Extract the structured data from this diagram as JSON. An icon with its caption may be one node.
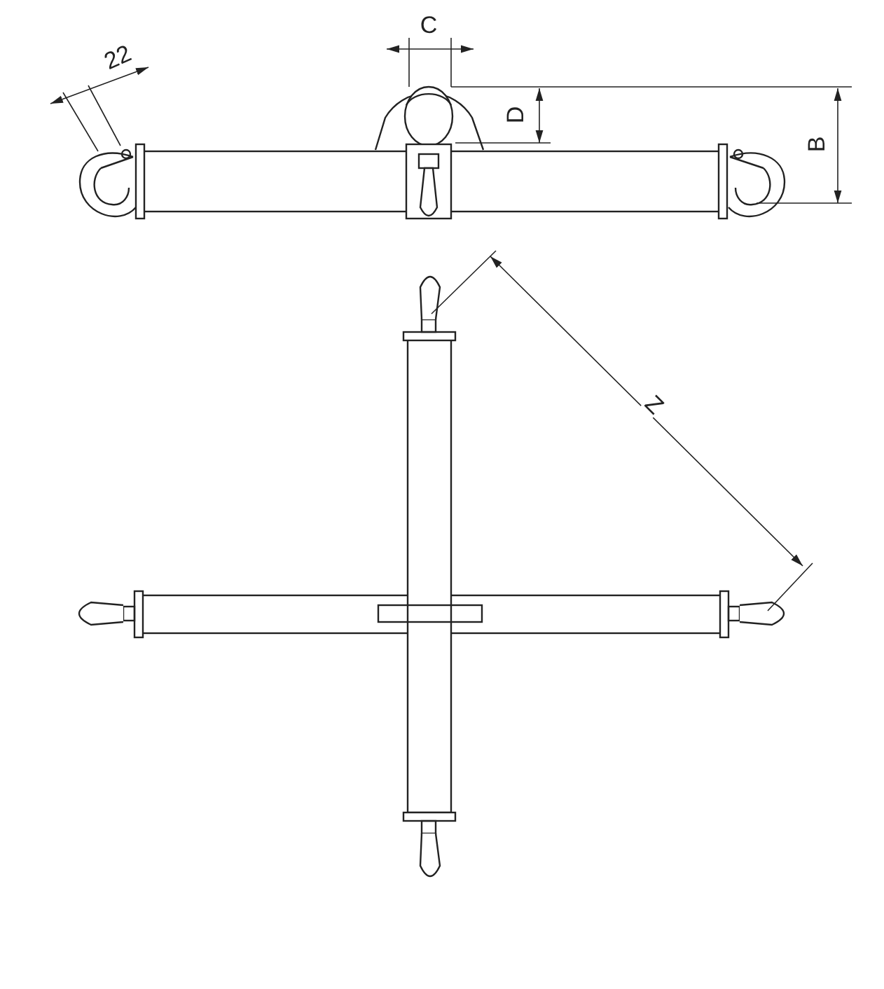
{
  "diagram": {
    "labels": [
      "22",
      "C",
      "D",
      "B",
      "Z"
    ]
  }
}
